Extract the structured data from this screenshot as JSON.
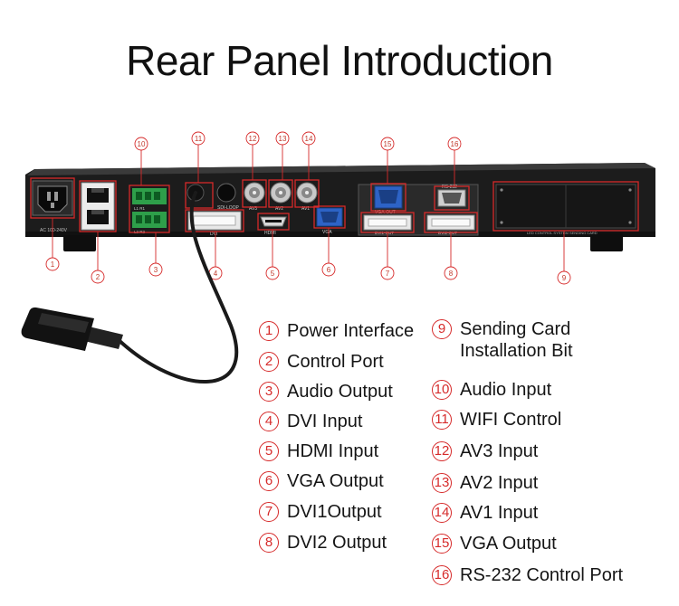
{
  "title": "Rear Panel Introduction",
  "device": {
    "power_label": "AC 100-240V",
    "sdi_label": "SDI-LOOP",
    "av3_label": "AV3",
    "av2_label": "AV2",
    "av1_label": "AV1",
    "dvi_label": "DVI",
    "hdmi_label": "HDMI",
    "vga_label": "VGA",
    "vga_out_label": "VGA-OUT",
    "rs232_label": "RS-232",
    "dvi1_out_label": "DVI1-OUT",
    "dvi2_out_label": "DVI2-OUT",
    "audio_l1": "L1 R1",
    "audio_l2": "L2 R2",
    "card_caption": "LED CONTROL SYSTEM SENDING CARD"
  },
  "callouts": [
    "1",
    "2",
    "3",
    "4",
    "5",
    "6",
    "7",
    "8",
    "9",
    "10",
    "11",
    "12",
    "13",
    "14",
    "15",
    "16"
  ],
  "legend_left": [
    {
      "num": "1",
      "label": "Power Interface"
    },
    {
      "num": "2",
      "label": "Control Port"
    },
    {
      "num": "3",
      "label": "Audio Output"
    },
    {
      "num": "4",
      "label": "DVI Input"
    },
    {
      "num": "5",
      "label": "HDMI Input"
    },
    {
      "num": "6",
      "label": "VGA Output"
    },
    {
      "num": "7",
      "label": "DVI1Output"
    },
    {
      "num": "8",
      "label": "DVI2 Output"
    }
  ],
  "legend_right": [
    {
      "num": "9",
      "label": "Sending Card\nInstallation Bit"
    },
    {
      "num": "10",
      "label": "Audio Input"
    },
    {
      "num": "11",
      "label": "WIFI Control"
    },
    {
      "num": "12",
      "label": "AV3 Input"
    },
    {
      "num": "13",
      "label": "AV2 Input"
    },
    {
      "num": "14",
      "label": "AV1 Input"
    },
    {
      "num": "15",
      "label": "VGA Output"
    },
    {
      "num": "16",
      "label": "RS-232 Control Port"
    }
  ],
  "colors": {
    "accent": "#d62a2a",
    "chassis": "#1b1b1b",
    "text": "#151515"
  }
}
